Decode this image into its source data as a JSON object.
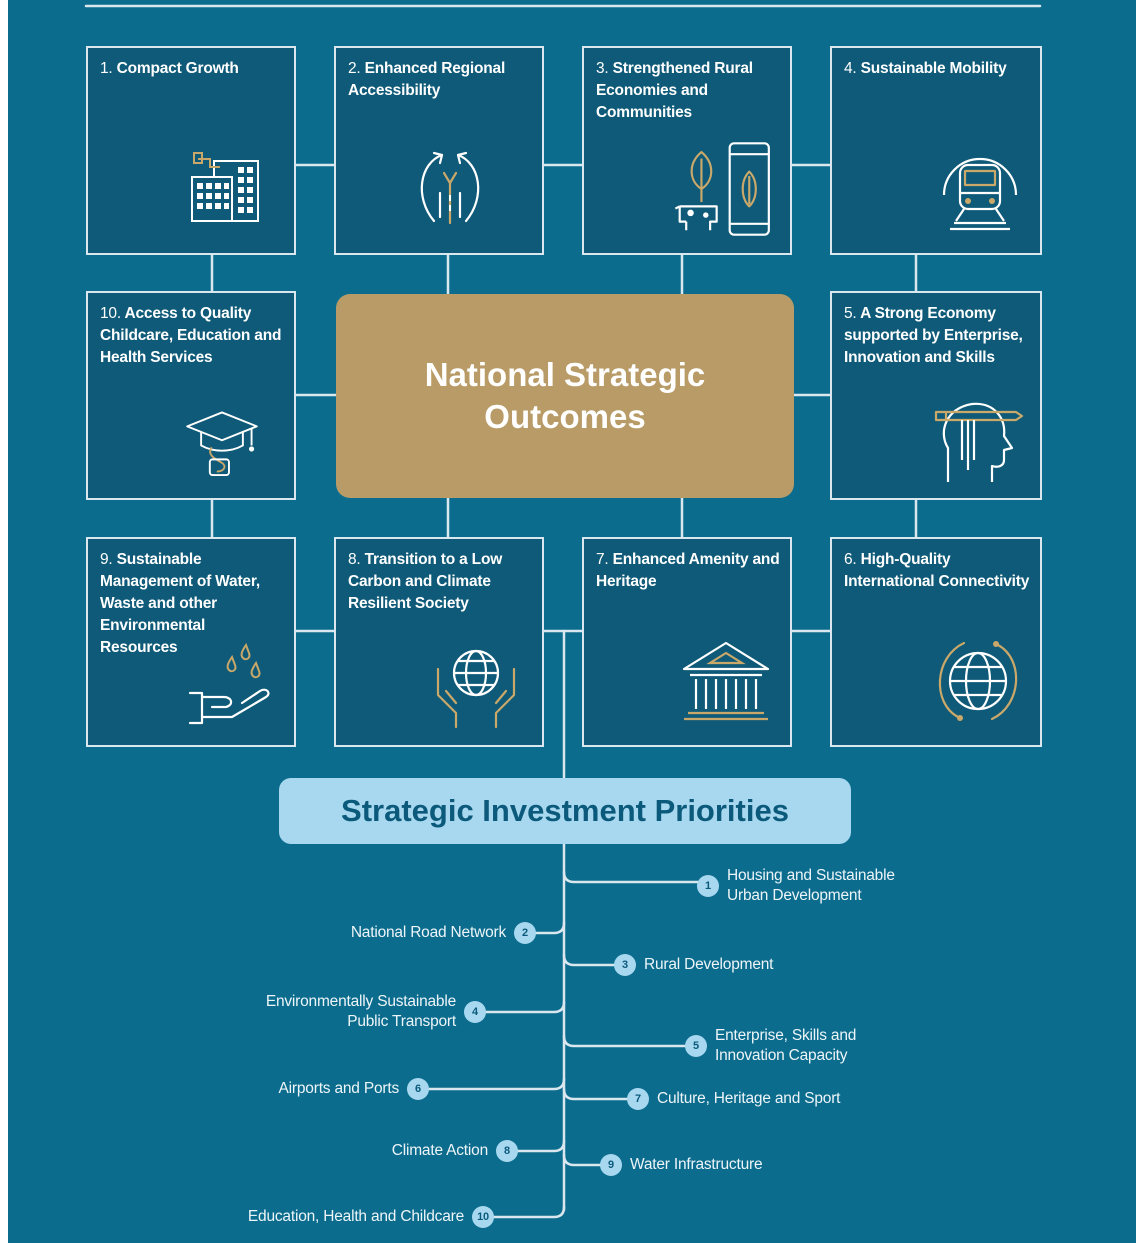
{
  "outcomes": [
    {
      "num": "1.",
      "label": "Compact Growth",
      "icon": "buildings-icon"
    },
    {
      "num": "2.",
      "label": "Enhanced Regional Accessibility",
      "icon": "regional-arrows-icon"
    },
    {
      "num": "3.",
      "label": "Strengthened Rural Economies and Communities",
      "icon": "rural-tablet-icon"
    },
    {
      "num": "4.",
      "label": "Sustainable Mobility",
      "icon": "train-icon"
    },
    {
      "num": "5.",
      "label": "A Strong Economy supported by Enterprise, Innovation and Skills",
      "icon": "head-pencil-icon"
    },
    {
      "num": "6.",
      "label": "High-Quality International Connectivity",
      "icon": "globe-orbit-icon"
    },
    {
      "num": "7.",
      "label": "Enhanced Amenity and Heritage",
      "icon": "heritage-building-icon"
    },
    {
      "num": "8.",
      "label": "Transition to a Low Carbon and Climate Resilient Society",
      "icon": "globe-hands-icon"
    },
    {
      "num": "9.",
      "label": "Sustainable Management of Water, Waste and other Environmental Resources",
      "icon": "water-hand-icon"
    },
    {
      "num": "10.",
      "label": "Access to Quality Childcare, Education and Health Services",
      "icon": "graduation-cap-icon"
    }
  ],
  "center_title": "National Strategic\nOutcomes",
  "sip_title": "Strategic Investment Priorities",
  "priorities": [
    {
      "num": "1",
      "label": "Housing and Sustainable\nUrban Development",
      "side": "right"
    },
    {
      "num": "2",
      "label": "National Road Network",
      "side": "left"
    },
    {
      "num": "3",
      "label": "Rural Development",
      "side": "right"
    },
    {
      "num": "4",
      "label": "Environmentally Sustainable\nPublic Transport",
      "side": "left"
    },
    {
      "num": "5",
      "label": "Enterprise, Skills and\nInnovation Capacity",
      "side": "right"
    },
    {
      "num": "6",
      "label": "Airports and Ports",
      "side": "left"
    },
    {
      "num": "7",
      "label": "Culture, Heritage and Sport",
      "side": "right"
    },
    {
      "num": "8",
      "label": "Climate Action",
      "side": "left"
    },
    {
      "num": "9",
      "label": "Water Infrastructure",
      "side": "right"
    },
    {
      "num": "10",
      "label": "Education, Health and Childcare",
      "side": "left"
    }
  ],
  "colors": {
    "background": "#0b6c8e",
    "box_fill": "#0e5a78",
    "box_border": "#dbe7ee",
    "center_fill": "#b89b66",
    "sip_fill": "#a8d8ef",
    "icon_gold": "#c9a86a"
  }
}
